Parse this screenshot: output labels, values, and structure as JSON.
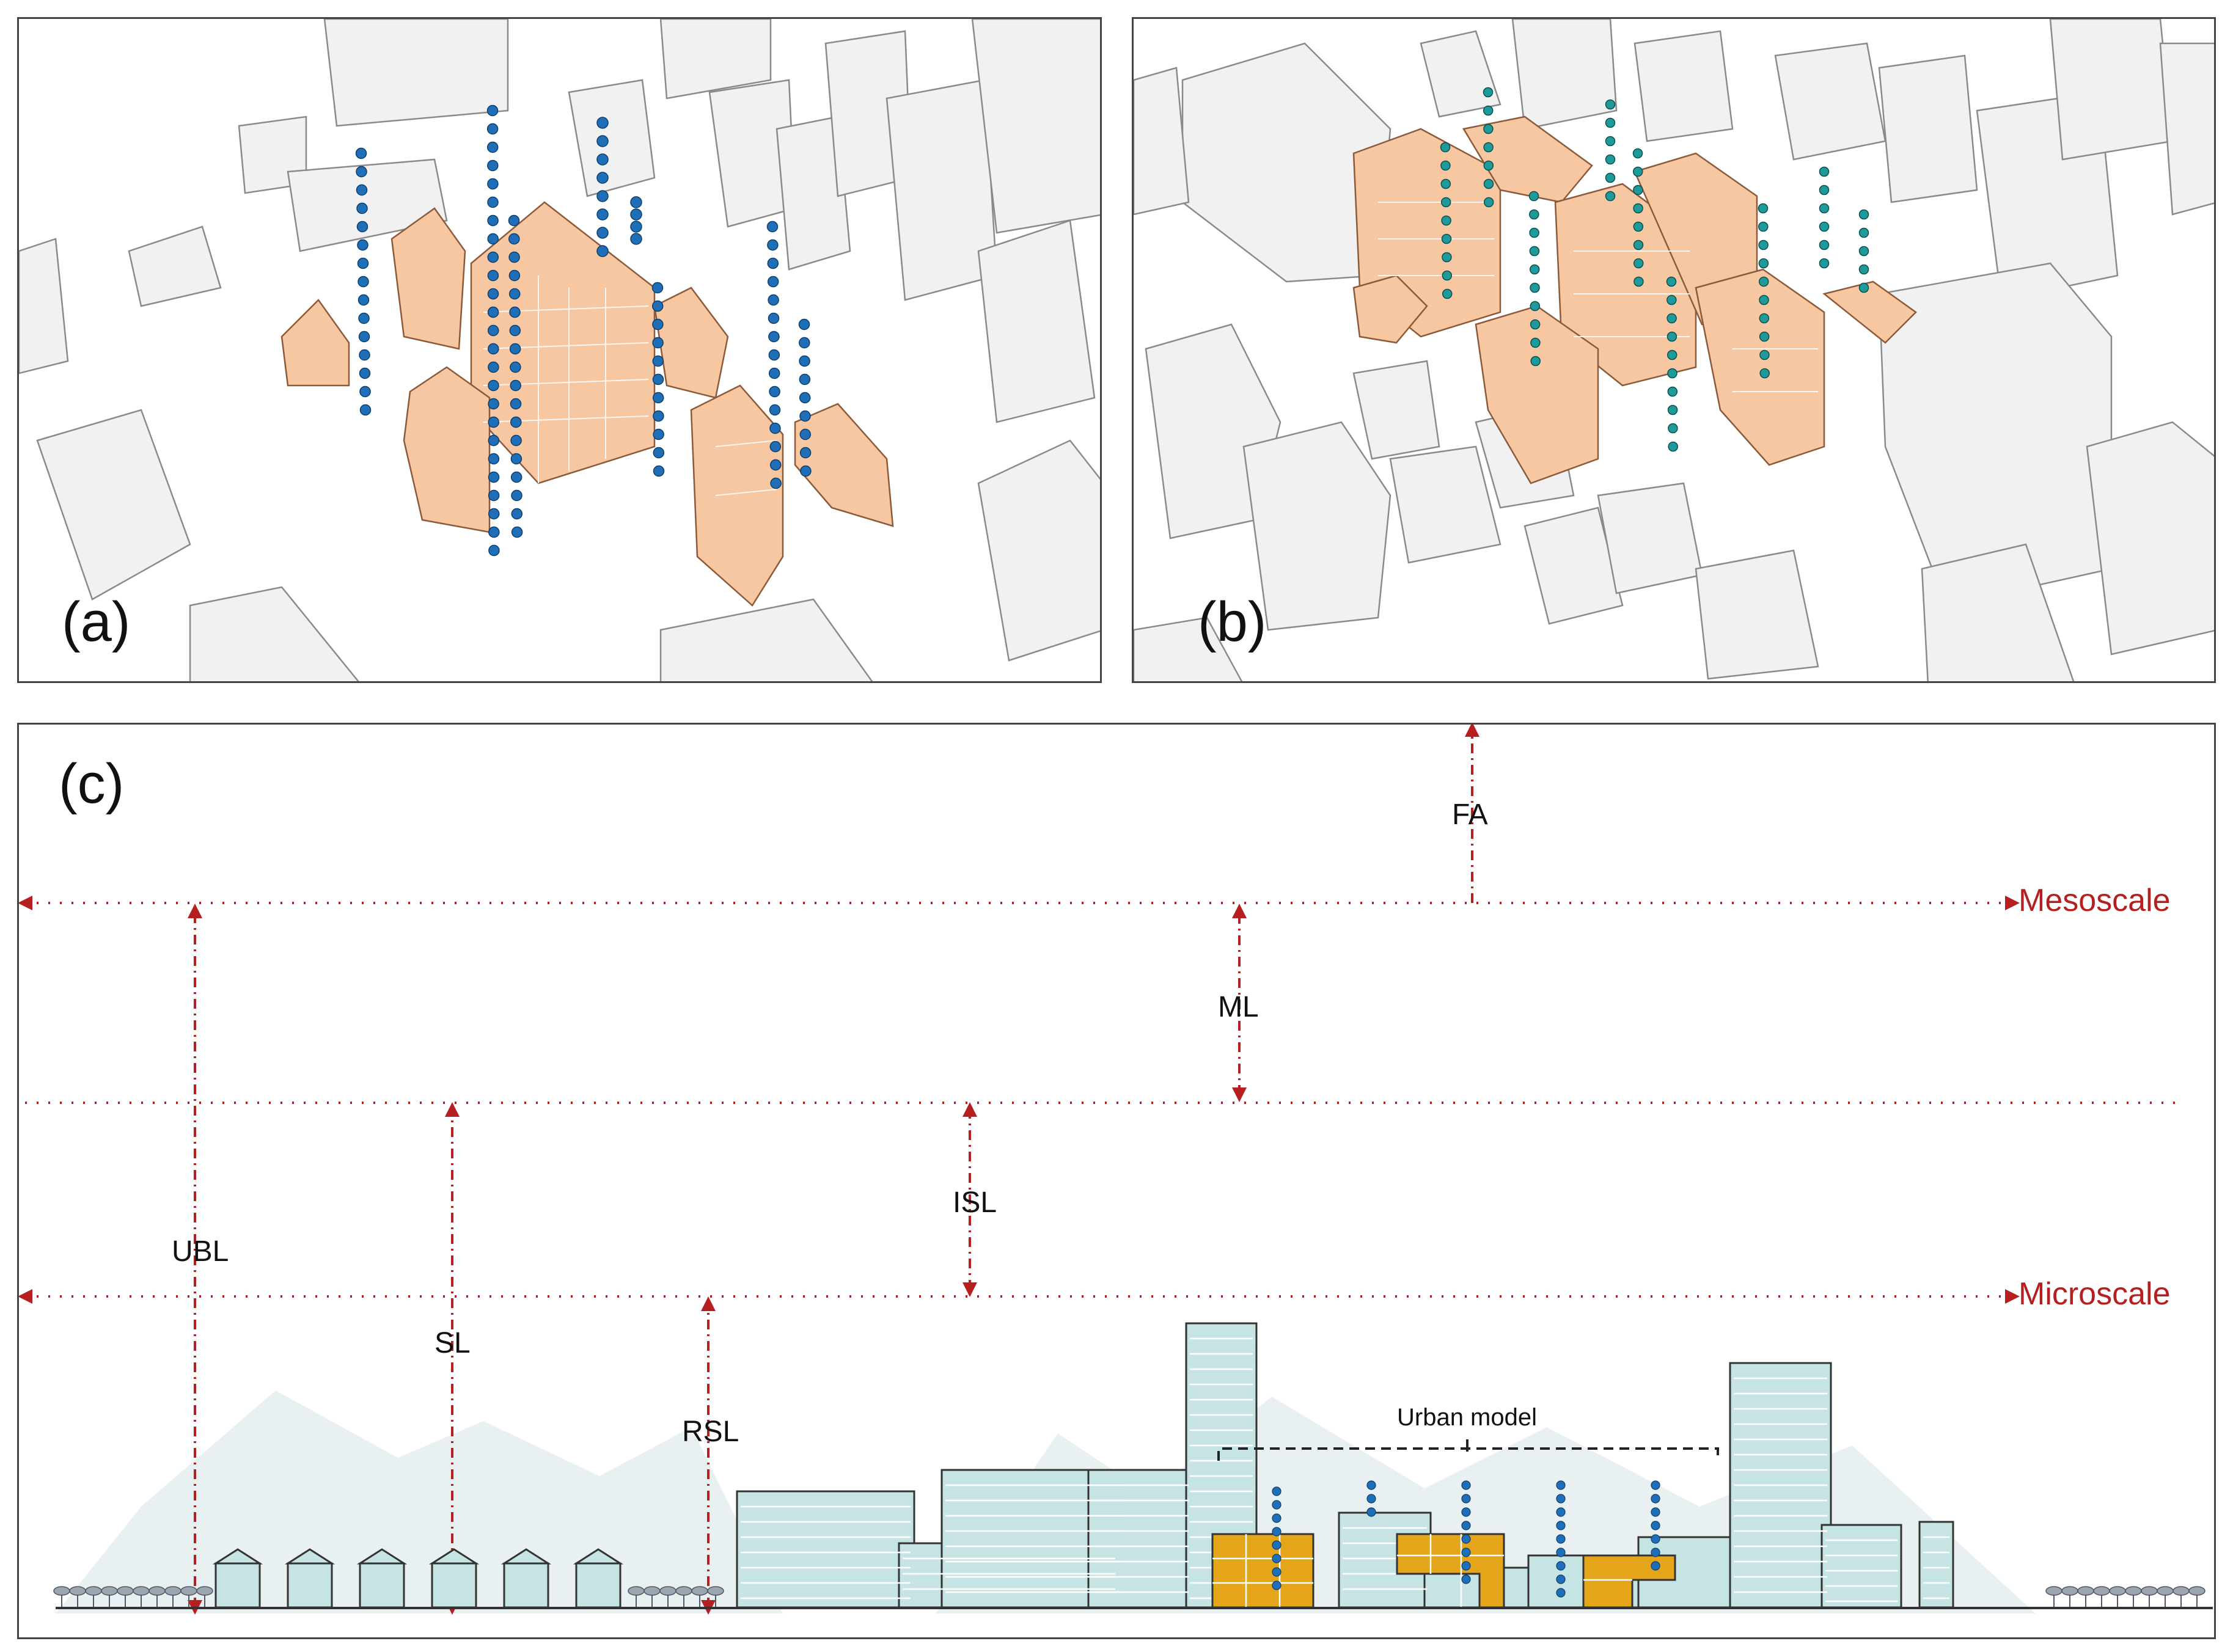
{
  "figure": {
    "panel_a": {
      "label": "(a)"
    },
    "panel_b": {
      "label": "(b)"
    },
    "panel_c": {
      "label": "(c)",
      "scales": {
        "mesoscale": "Mesoscale",
        "microscale": "Microscale"
      },
      "layers": {
        "fa": "FA",
        "ml": "ML",
        "isl": "ISL",
        "ubl": "UBL",
        "sl": "SL",
        "rsl": "RSL"
      },
      "urban_model": "Urban model"
    }
  },
  "colors": {
    "building_target": "#f6c7a0",
    "building_context": "#f0f0f0",
    "sensor_blue": "#1f6fb8",
    "sensor_teal": "#1e9a9a",
    "annotation_red": "#b51f1f",
    "building_section": "#c6e4e4",
    "model_building": "#e4a51b"
  }
}
